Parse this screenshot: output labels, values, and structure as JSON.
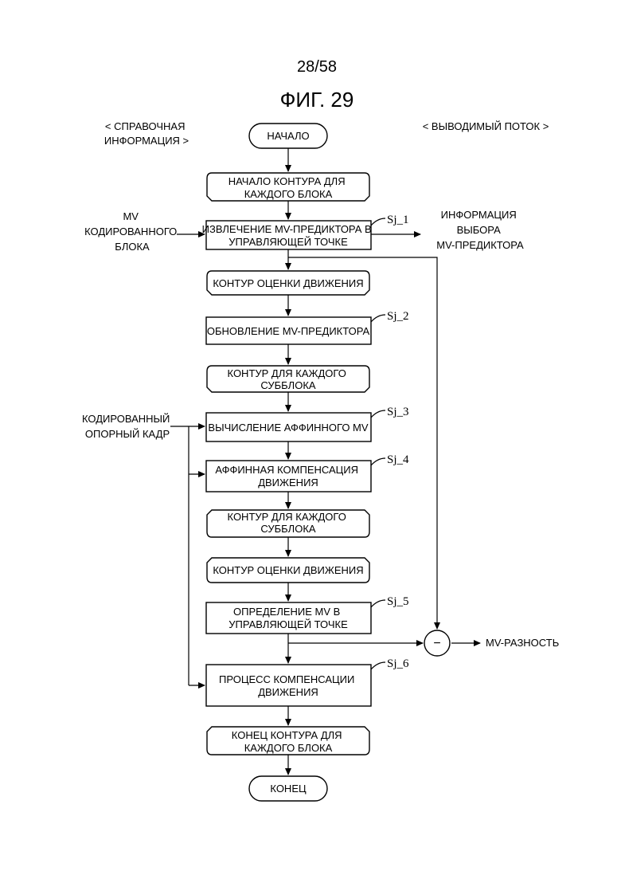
{
  "header": {
    "page_number": "28/58",
    "figure": "ФИГ. 29"
  },
  "side_labels": {
    "reference_info": [
      "< СПРАВОЧНАЯ",
      "ИНФОРМАЦИЯ >"
    ],
    "output_stream": "< ВЫВОДИМЫЙ ПОТОК >",
    "coded_mv": [
      "MV",
      "КОДИРОВАННОГО",
      "БЛОКА"
    ],
    "predictor_selection_info": [
      "ИНФОРМАЦИЯ",
      "ВЫБОРА",
      "MV-ПРЕДИКТОРА"
    ],
    "coded_ref_frame": [
      "КОДИРОВАННЫЙ",
      "ОПОРНЫЙ КАДР"
    ],
    "mv_difference": "MV-РАЗНОСТЬ",
    "minus_sign": "−"
  },
  "nodes": {
    "start": [
      "НАЧАЛО"
    ],
    "loop_block_start": [
      "НАЧАЛО КОНТУРА ДЛЯ",
      "КАЖДОГО БЛОКА"
    ],
    "sj1": [
      "ИЗВЛЕЧЕНИЕ MV-ПРЕДИКТОРА В",
      "УПРАВЛЯЮЩЕЙ ТОЧКЕ"
    ],
    "loop_me_start": [
      "КОНТУР ОЦЕНКИ ДВИЖЕНИЯ"
    ],
    "sj2": [
      "ОБНОВЛЕНИЕ MV-ПРЕДИКТОРА"
    ],
    "loop_sub_start": [
      "КОНТУР ДЛЯ КАЖДОГО",
      "СУББЛОКА"
    ],
    "sj3": [
      "ВЫЧИСЛЕНИЕ АФФИННОГО MV"
    ],
    "sj4": [
      "АФФИННАЯ КОМПЕНСАЦИЯ",
      "ДВИЖЕНИЯ"
    ],
    "loop_sub_end": [
      "КОНТУР ДЛЯ КАЖДОГО",
      "СУББЛОКА"
    ],
    "loop_me_end": [
      "КОНТУР ОЦЕНКИ ДВИЖЕНИЯ"
    ],
    "sj5": [
      "ОПРЕДЕЛЕНИЕ MV В",
      "УПРАВЛЯЮЩЕЙ ТОЧКЕ"
    ],
    "sj6": [
      "ПРОЦЕСС КОМПЕНСАЦИИ",
      "ДВИЖЕНИЯ"
    ],
    "loop_block_end": [
      "КОНЕЦ КОНТУРА ДЛЯ",
      "КАЖДОГО БЛОКА"
    ],
    "end": [
      "КОНЕЦ"
    ]
  },
  "step_labels": {
    "sj1": "Sj_1",
    "sj2": "Sj_2",
    "sj3": "Sj_3",
    "sj4": "Sj_4",
    "sj5": "Sj_5",
    "sj6": "Sj_6"
  }
}
